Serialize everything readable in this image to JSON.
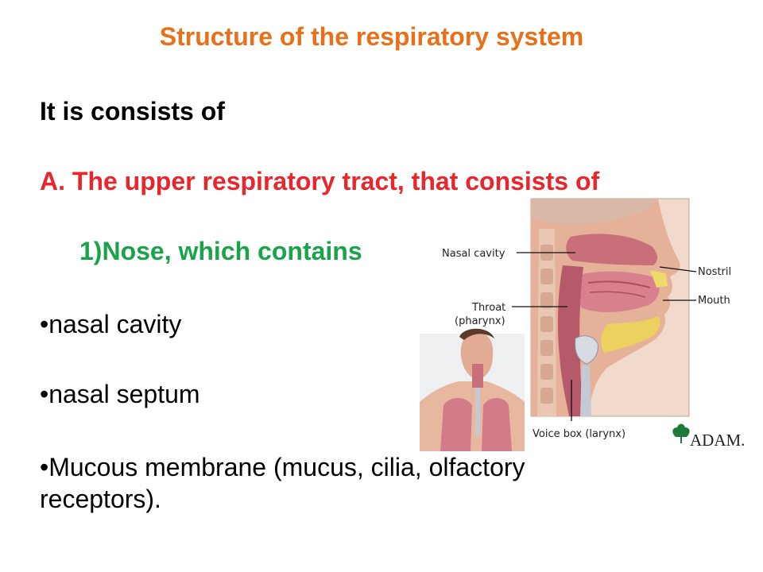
{
  "slide": {
    "title": "Structure of the respiratory system",
    "intro": "It is consists of",
    "section_a": "A. The upper respiratory tract, that  consists of",
    "item_1": "1)Nose, which contains",
    "bullets": [
      "•nasal cavity",
      "•nasal septum",
      "•Mucous membrane (mucus, cilia, olfactory receptors)."
    ],
    "colors": {
      "title": "#e8701a",
      "section": "#e8262c",
      "item": "#1aa34a"
    }
  },
  "figure": {
    "labels": {
      "nasal_cavity": "Nasal cavity",
      "nostril": "Nostril",
      "mouth": "Mouth",
      "throat_1": "Throat",
      "throat_2": "(pharynx)",
      "voice_box": "Voice box (larynx)"
    },
    "logo": "ADAM."
  }
}
